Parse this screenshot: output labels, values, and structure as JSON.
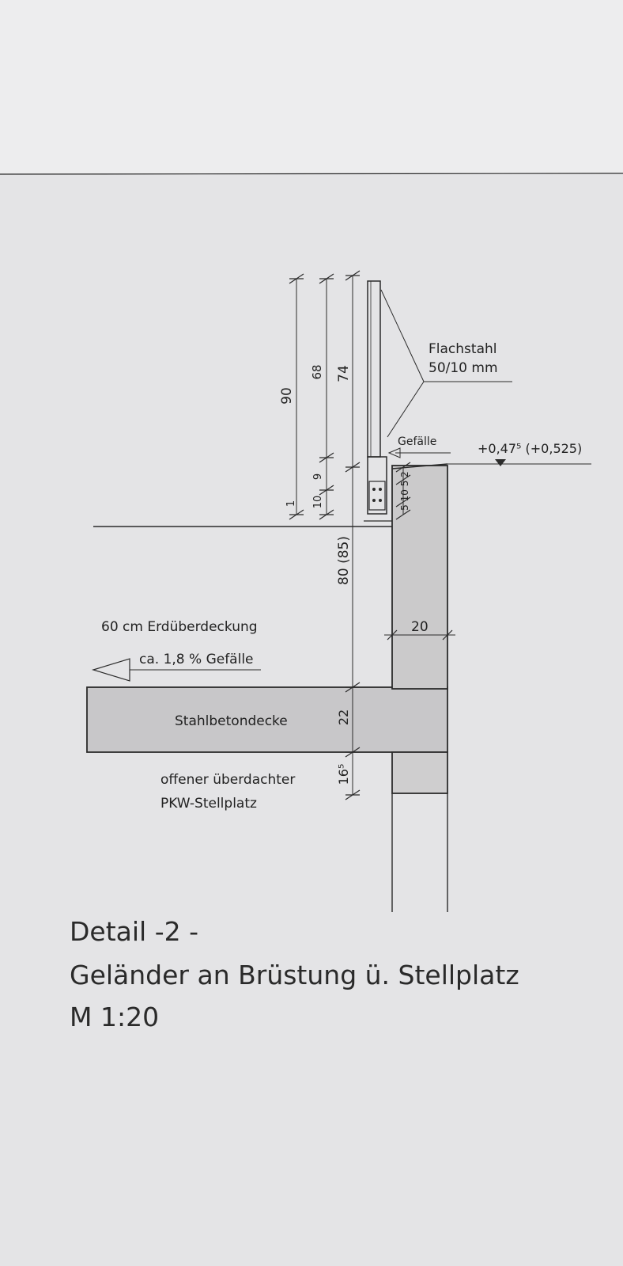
{
  "labels": {
    "flachstahl_line1": "Flachstahl",
    "flachstahl_line2": "50/10 mm",
    "gefaelle_top": "Gefälle",
    "elevation": "+0,47⁵ (+0,525)",
    "erdueberdeckung": "60 cm Erdüberdeckung",
    "gefaelle_slope": "ca. 1,8 % Gefälle",
    "slab": "Stahlbetondecke",
    "below_line1": "offener überdachter",
    "below_line2": "PKW-Stellplatz"
  },
  "dimensions": {
    "d90": "90",
    "d68": "68",
    "d74": "74",
    "d9": "9",
    "d10": "10",
    "d1": "1",
    "d80": "80 (85)",
    "d20": "20",
    "d22": "22",
    "d16": "16⁵",
    "stack": "5 10 5 2"
  },
  "title": {
    "line1": "Detail -2 -",
    "line2": "Geländer an Brüstung ü. Stellplatz",
    "line3": "M 1:20"
  },
  "colors": {
    "paper": "#e6e6e8",
    "concrete": "#c8c7c9",
    "ink": "#2b2b2b"
  }
}
